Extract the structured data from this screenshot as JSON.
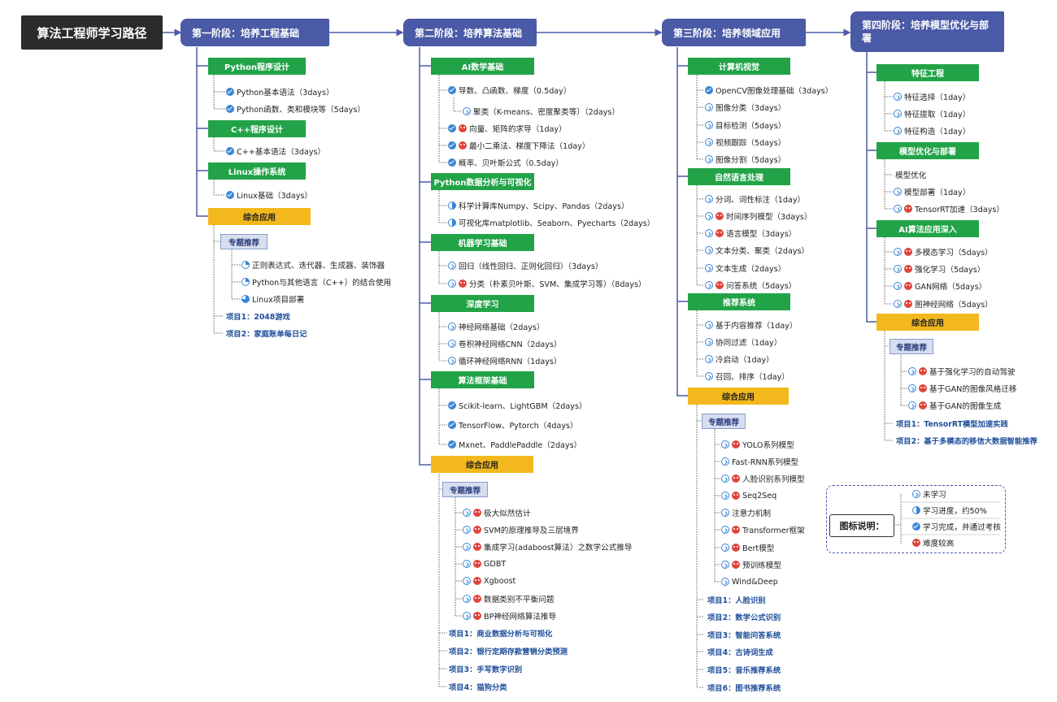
{
  "root": "算法工程师学习路径",
  "stages": {
    "s1": "第一阶段：培养工程基础",
    "s2": "第二阶段：培养算法基础",
    "s3": "第三阶段：培养领域应用",
    "s4": "第四阶段：培养模型优化与部署"
  },
  "s1": {
    "python": {
      "title": "Python程序设计",
      "items": [
        "Python基本语法（3days）",
        "Python函数、类和模块等（5days）"
      ]
    },
    "cpp": {
      "title": "C++程序设计",
      "items": [
        "C++基本语法（3days）"
      ]
    },
    "linux": {
      "title": "Linux操作系统",
      "items": [
        "Linux基础（3days）"
      ]
    },
    "apply": "综合应用",
    "topic": "专题推荐",
    "topics": [
      "正则表达式、迭代器、生成器、装饰器",
      "Python与其他语言（C++）的结合使用",
      "Linux项目部署"
    ],
    "projects": [
      "项目1：2048游戏",
      "项目2：家庭账单每日记"
    ]
  },
  "s2": {
    "math": {
      "title": "AI数学基础",
      "items": [
        "导数、凸函数、梯度（0.5day）",
        "聚类（K-means、密度聚类等）（2days）",
        "向量、矩阵的求导（1day）",
        "最小二乘法、梯度下降法（1day）",
        "概率、贝叶斯公式（0.5day）"
      ]
    },
    "pyda": {
      "title": "Python数据分析与可视化",
      "items": [
        "科学计算库Numpy、Scipy、Pandas（2days）",
        "可视化库matplotlib、Seaborn、Pyecharts（2days）"
      ]
    },
    "ml": {
      "title": "机器学习基础",
      "items": [
        "回归（线性回归、正则化回归）（3days）",
        "分类（朴素贝叶斯、SVM、集成学习等）（8days）"
      ]
    },
    "dl": {
      "title": "深度学习",
      "items": [
        "神经网络基础（2days）",
        "卷积神经网络CNN（2days）",
        "循环神经网络RNN（1days）"
      ]
    },
    "fw": {
      "title": "算法框架基础",
      "items": [
        "Scikit-learn、LightGBM（2days）",
        "TensorFlow、Pytorch（4days）",
        "Mxnet、PaddlePaddle（2days）"
      ]
    },
    "apply": "综合应用",
    "topic": "专题推荐",
    "topics": [
      "极大似然估计",
      "SVM的原理推导及三层境界",
      "集成学习(adaboost算法）之数学公式推导",
      "GDBT",
      "Xgboost",
      "数据类别不平衡问题",
      "BP神经网络算法推导"
    ],
    "projects": [
      "项目1：商业数据分析与可视化",
      "项目2：银行定期存款营销分类预测",
      "项目3：手写数字识别",
      "项目4：猫狗分类"
    ]
  },
  "s3": {
    "cv": {
      "title": "计算机视觉",
      "items": [
        "OpenCV图像处理基础（3days）",
        "图像分类（3days）",
        "目标检测（5days）",
        "视频跟踪（5days）",
        "图像分割（5days）"
      ]
    },
    "nlp": {
      "title": "自然语言处理",
      "items": [
        "分词、词性标注（1day）",
        "时间序列模型（3days）",
        "语言模型（3days）",
        "文本分类、聚类（2days）",
        "文本生成（2days）",
        "问答系统（5days）"
      ]
    },
    "rec": {
      "title": "推荐系统",
      "items": [
        "基于内容推荐（1day）",
        "协同过滤（1day）",
        "冷启动（1day）",
        "召回、排序（1day）"
      ]
    },
    "apply": "综合应用",
    "topic": "专题推荐",
    "topics": [
      "YOLO系列模型",
      "Fast-RNN系列模型",
      "人脸识别系列模型",
      "Seq2Seq",
      "注意力机制",
      "Transformer框架",
      "Bert模型",
      "预训练模型",
      "Wind&Deep"
    ],
    "projects": [
      "项目1：人脸识别",
      "项目2：数学公式识别",
      "项目3：智能问答系统",
      "项目4：古诗词生成",
      "项目5：音乐推荐系统",
      "项目6：图书推荐系统"
    ]
  },
  "s4": {
    "fe": {
      "title": "特征工程",
      "items": [
        "特征选择（1day）",
        "特征提取（1day）",
        "特征构造（1day）"
      ]
    },
    "opt": {
      "title": "模型优化与部署",
      "items": [
        "模型优化",
        "模型部署（1day）",
        "TensorRT加速（3days）"
      ]
    },
    "adv": {
      "title": "AI算法应用深入",
      "items": [
        "多模态学习（5days）",
        "强化学习（5days）",
        "GAN网络（5days）",
        "图神经网络（5days）"
      ]
    },
    "apply": "综合应用",
    "topic": "专题推荐",
    "topics": [
      "基于强化学习的自动驾驶",
      "基于GAN的图像风格迁移",
      "基于GAN的图像生成"
    ],
    "projects": [
      "项目1：TensorRT模型加速实践",
      "项目2：基于多模态的移信大数据智能推荐"
    ]
  },
  "legend": {
    "title": "图标说明：",
    "items": [
      "未学习",
      "学习进度，约50%",
      "学习完成，并通过考核",
      "难度较高"
    ]
  },
  "colors": {
    "stage": "#4a5aa6",
    "module": "#22a348",
    "apply": "#f2b81d",
    "topic": "#d6def0",
    "project": "#1f4f9a",
    "hard": "#e0453c",
    "done": "#3a86d6"
  },
  "icons": {
    "s1.python": [
      "check",
      "check"
    ],
    "s1.cpp": [
      "check"
    ],
    "s1.linux": [
      "check"
    ],
    "s1.topics": [
      "q1",
      "q1",
      "q3"
    ],
    "s2.math": [
      "check",
      "todo",
      "check+hard",
      "check+hard",
      "check"
    ],
    "s2.pyda": [
      "half",
      "half"
    ],
    "s2.ml": [
      "todo",
      "todo+hard"
    ],
    "s2.dl": [
      "todo",
      "todo",
      "todo"
    ],
    "s2.fw": [
      "check",
      "check",
      "check"
    ],
    "s2.topics": [
      "todo+hard",
      "todo+hard",
      "todo+hard",
      "todo+hard",
      "todo+hard",
      "todo+hard",
      "todo+hard"
    ],
    "s3.cv": [
      "check",
      "todo",
      "todo",
      "todo",
      "todo"
    ],
    "s3.nlp": [
      "todo",
      "todo+hard",
      "todo+hard",
      "todo",
      "todo",
      "todo+hard"
    ],
    "s3.rec": [
      "todo",
      "todo",
      "todo",
      "todo"
    ],
    "s3.topics": [
      "todo+hard",
      "todo",
      "todo+hard",
      "todo+hard",
      "todo",
      "todo+hard",
      "todo+hard",
      "todo+hard",
      "todo"
    ],
    "s4.fe": [
      "todo",
      "todo",
      "todo"
    ],
    "s4.opt": [
      "",
      "todo",
      "todo+hard"
    ],
    "s4.adv": [
      "todo+hard",
      "todo+hard",
      "todo+hard",
      "todo+hard"
    ],
    "s4.topics": [
      "todo+hard",
      "todo+hard",
      "todo+hard"
    ]
  }
}
